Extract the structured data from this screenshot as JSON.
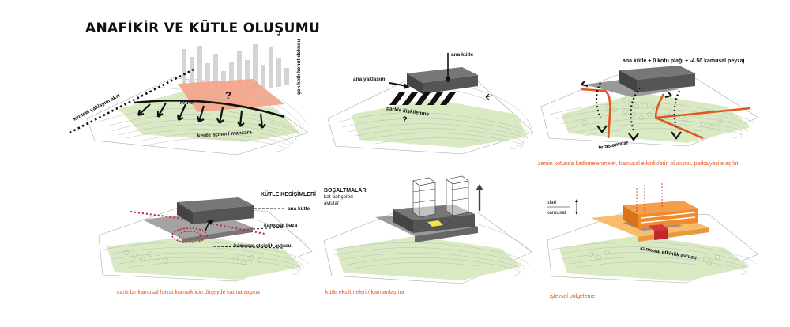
{
  "title": "ANAFİKİR VE KÜTLE OLUŞUMU",
  "panels": [
    {
      "id": "p1",
      "labels": {
        "axis": "kentsel yaklaşım aksı",
        "texture": "çok katlı konut dokusu",
        "park": "PARK",
        "question": "?",
        "view": "kente açılım / manzara"
      }
    },
    {
      "id": "p2",
      "labels": {
        "mass": "ana kütle",
        "approach": "ana yaklaşım",
        "park_relation": "parkla ilişkilenme",
        "question": "?"
      }
    },
    {
      "id": "p3",
      "labels": {
        "heading": "ana kütle + 0 kotu plağı + -4.50 kamusal peyzaj",
        "terraces": "teraslamalar"
      },
      "caption": "zemin kotunda kademelenmeler, kamusal etkinliklerin oluşumu, parka/yeşile açılım"
    },
    {
      "id": "p4",
      "labels": {
        "heading": "KÜTLE KESİŞİMLERİ",
        "mass": "ana kütle",
        "base": "kamusal baza",
        "courtyard": "kamusal etkinlik avlusu"
      },
      "caption": "canlı bir kamusal hayat kurmak için düşeyde katmanlaşma"
    },
    {
      "id": "p5",
      "labels": {
        "heading": "BOŞALTMALAR",
        "sub1": "kat bahçeleri",
        "sub2": "avlular"
      },
      "caption": "kütle eksiltmeleri / katmanlaşma"
    },
    {
      "id": "p6",
      "labels": {
        "admin": "idari",
        "public": "kamusal",
        "courtyard": "kamusal etkinlik avlusu"
      },
      "caption": "işlevsel bölgeleme"
    }
  ],
  "colors": {
    "accent": "#e0561f",
    "salmon": "#f4a58b",
    "green": "#d9eac2",
    "dark_mass": "#555555",
    "orange_mass": "#f08a2c",
    "red_block": "#c1272d",
    "yellow_block": "#f0e84a"
  }
}
